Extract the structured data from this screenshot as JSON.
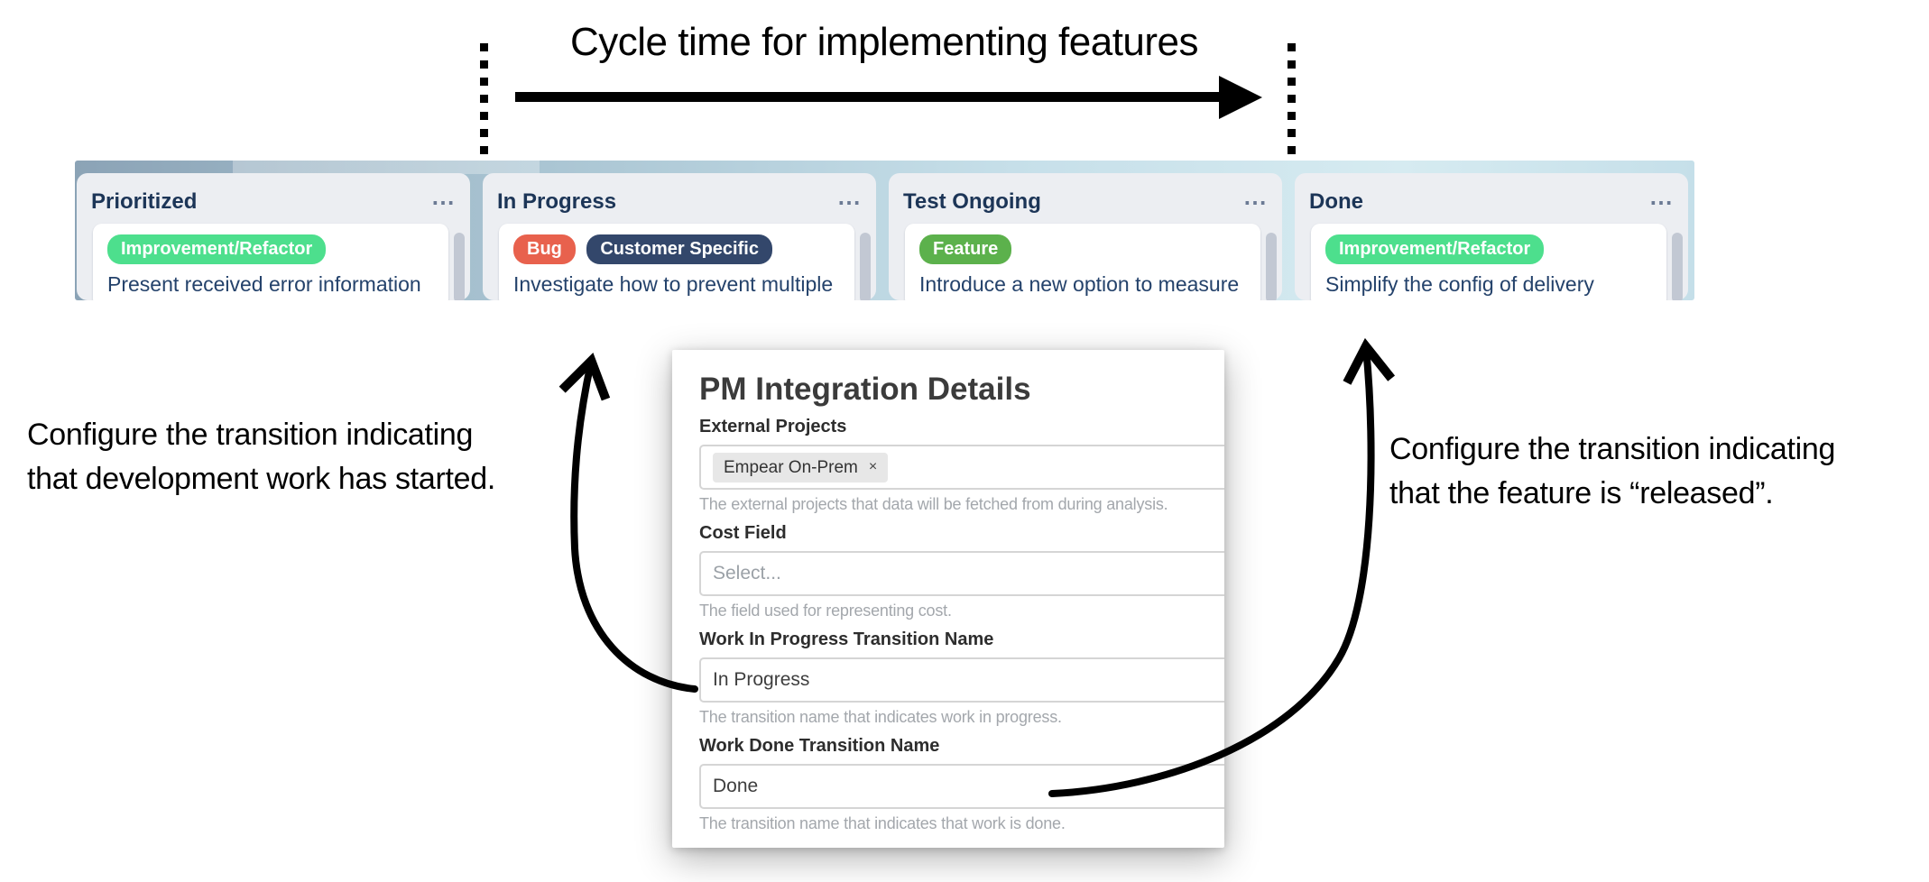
{
  "title": {
    "text": "Cycle time for implementing features"
  },
  "annotations": {
    "left": {
      "line1": "Configure the transition indicating",
      "line2": "that development work has started."
    },
    "right": {
      "line1": "Configure the transition indicating",
      "line2": "that the feature is “released”."
    }
  },
  "board": {
    "menu_icon": "⋯",
    "columns": [
      {
        "title": "Prioritized",
        "cards": [
          {
            "tags": [
              {
                "label": "Improvement/Refactor",
                "color": "#4ddf8d"
              }
            ],
            "text": "Present received error information"
          }
        ]
      },
      {
        "title": "In Progress",
        "cards": [
          {
            "tags": [
              {
                "label": "Bug",
                "color": "#e8614d"
              },
              {
                "label": "Customer Specific",
                "color": "#33476b"
              }
            ],
            "text": "Investigate how to prevent multiple"
          }
        ]
      },
      {
        "title": "Test Ongoing",
        "cards": [
          {
            "tags": [
              {
                "label": "Feature",
                "color": "#5cb14c"
              }
            ],
            "text": "Introduce a new option to measure"
          }
        ]
      },
      {
        "title": "Done",
        "cards": [
          {
            "tags": [
              {
                "label": "Improvement/Refactor",
                "color": "#4ddf8d"
              }
            ],
            "text": "Simplify the config of delivery"
          }
        ]
      }
    ]
  },
  "modal": {
    "title": "PM Integration Details",
    "fields": [
      {
        "label": "External Projects",
        "chip": "Empear On-Prem",
        "chip_remove": "×",
        "help": "The external projects that data will be fetched from during analysis."
      },
      {
        "label": "Cost Field",
        "placeholder": "Select...",
        "help": "The field used for representing cost."
      },
      {
        "label": "Work In Progress Transition Name",
        "value": "In Progress",
        "help": "The transition name that indicates work in progress."
      },
      {
        "label": "Work Done Transition Name",
        "value": "Done",
        "help": "The transition name that indicates that work is done."
      }
    ]
  },
  "colors": {
    "board_bg_left": "#8ba3b6",
    "board_bg_right": "#d6ebf1",
    "column_bg": "#eceef2",
    "column_header_text": "#1c3557",
    "card_text": "#24426b",
    "annotation": "#000000"
  }
}
